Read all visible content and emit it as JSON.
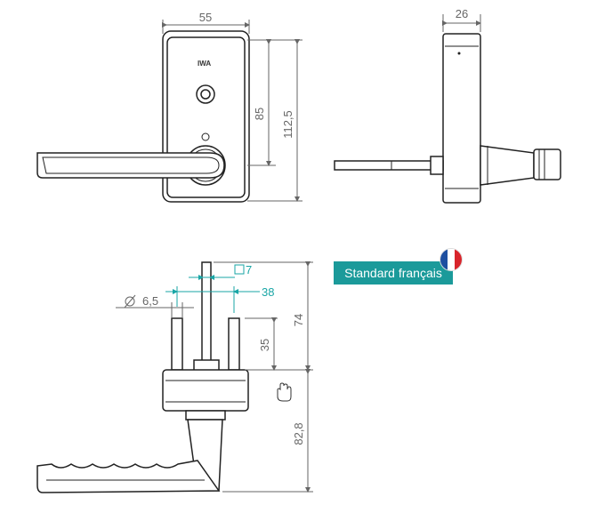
{
  "badge": {
    "label": "Standard français"
  },
  "flag_colors": {
    "blue": "#1e4fa0",
    "white": "#ffffff",
    "red": "#d8242b"
  },
  "logo": {
    "text": "IWA"
  },
  "dimensions": {
    "front_width": "55",
    "front_inner_height": "85",
    "front_total_height": "112,5",
    "side_depth": "26",
    "square": "7",
    "offset": "38",
    "diameter": "6,5",
    "stud_height": "35",
    "spindle_height": "74",
    "lever_height": "82,8"
  },
  "colors": {
    "line": "#222222",
    "dim_line": "#666666",
    "accent": "#1aa6a6"
  }
}
